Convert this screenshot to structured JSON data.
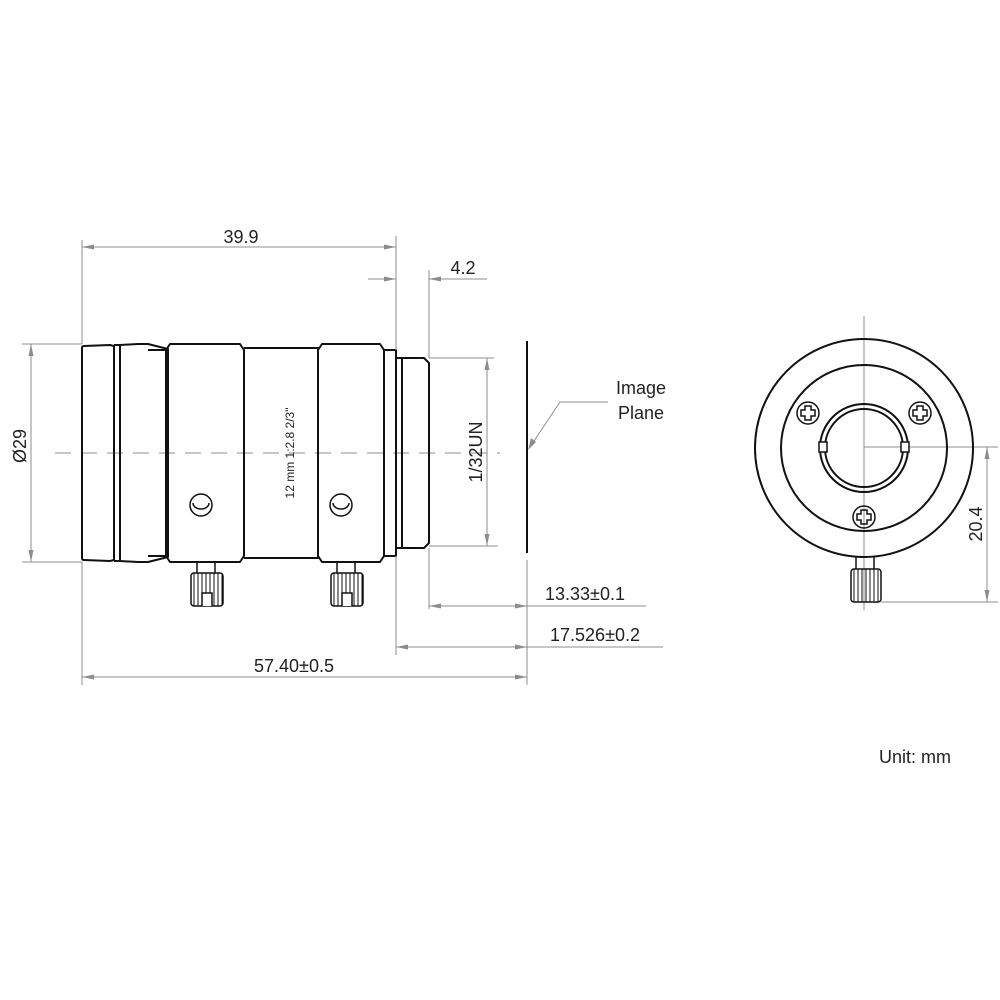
{
  "drawing": {
    "title": "Lens dimension drawing",
    "side_view": {
      "lens_marking": "12 mm  1:2.8  2/3\"",
      "dimensions": {
        "body_length": "39.9",
        "mount_length": "4.2",
        "diameter": "Ø29",
        "thread": "1/32UN",
        "back_focus": "13.33±0.1",
        "flange_focal": "17.526±0.2",
        "total_length": "57.40±0.5"
      },
      "image_plane_label_line1": "Image",
      "image_plane_label_line2": "Plane"
    },
    "front_view": {
      "dimensions": {
        "center_to_knob": "20.4"
      }
    },
    "unit_label": "Unit: mm"
  },
  "colors": {
    "outline": "#111111",
    "dimension": "#8c8c8c",
    "text": "#222222"
  }
}
